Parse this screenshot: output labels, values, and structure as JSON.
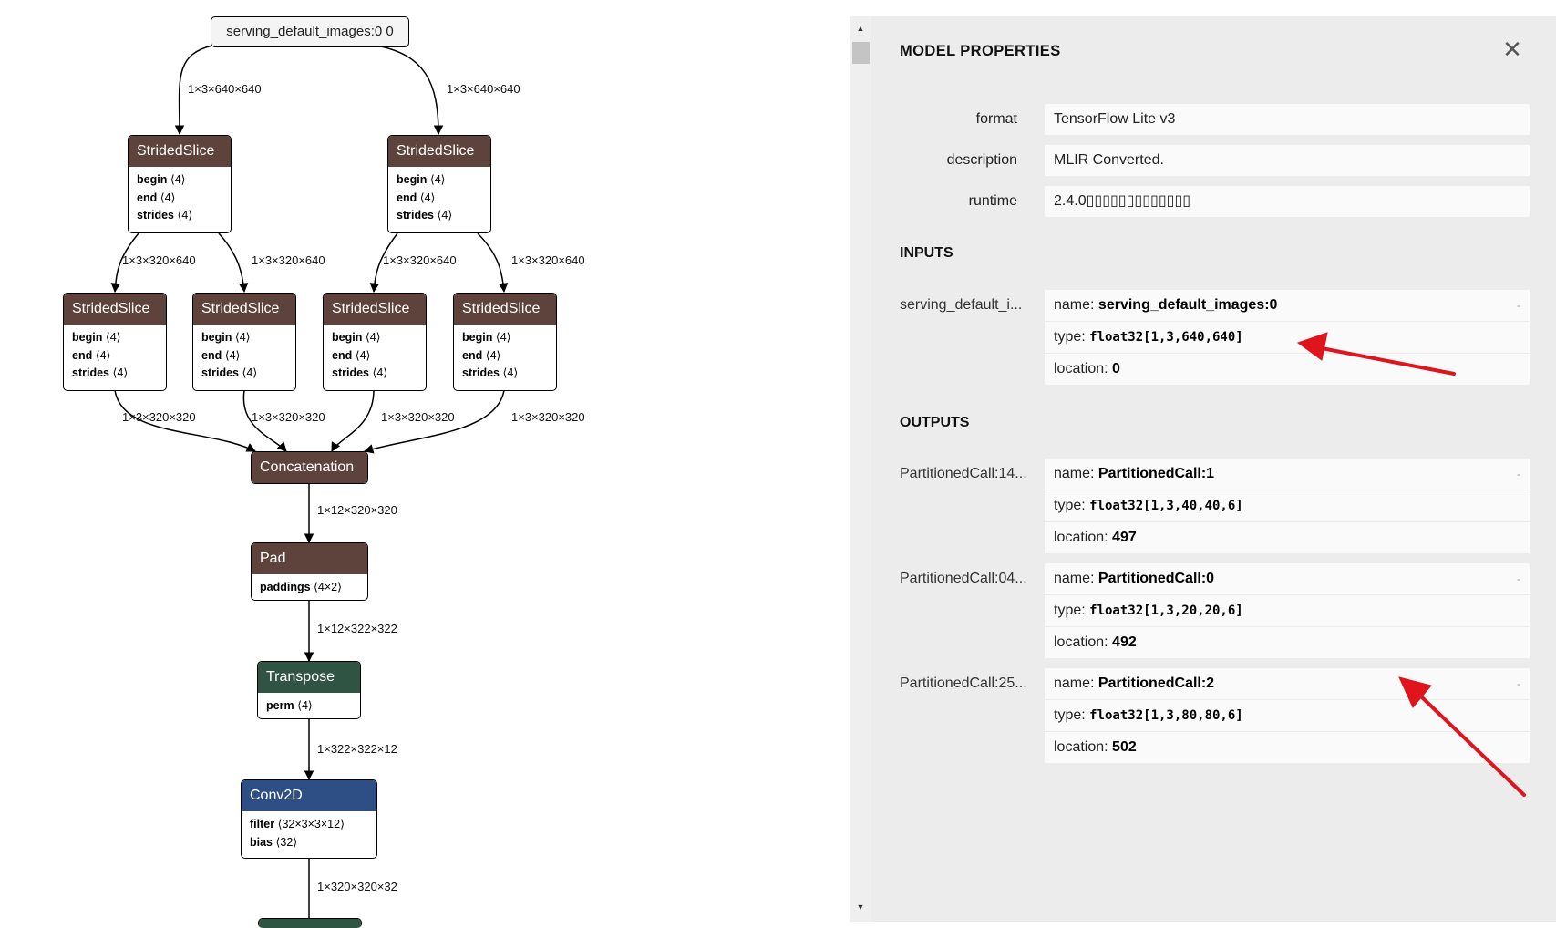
{
  "graph": {
    "input_node": "serving_default_images:0 0",
    "edges": {
      "in_left": "1×3×640×640",
      "in_right": "1×3×640×640",
      "l1a": "1×3×320×640",
      "l1b": "1×3×320×640",
      "l1c": "1×3×320×640",
      "l1d": "1×3×320×640",
      "l2a": "1×3×320×320",
      "l2b": "1×3×320×320",
      "l2c": "1×3×320×320",
      "l2d": "1×3×320×320",
      "concat_pad": "1×12×320×320",
      "pad_transpose": "1×12×322×322",
      "transpose_conv": "1×322×322×12",
      "conv_next": "1×320×320×32"
    },
    "strided_slice": {
      "title": "StridedSlice",
      "attr1_name": "begin",
      "attr1_value": "⟨4⟩",
      "attr2_name": "end",
      "attr2_value": "⟨4⟩",
      "attr3_name": "strides",
      "attr3_value": "⟨4⟩"
    },
    "concat": {
      "title": "Concatenation"
    },
    "pad": {
      "title": "Pad",
      "attr_name": "paddings",
      "attr_value": "⟨4×2⟩"
    },
    "transpose": {
      "title": "Transpose",
      "attr_name": "perm",
      "attr_value": "⟨4⟩"
    },
    "conv": {
      "title": "Conv2D",
      "attr1_name": "filter",
      "attr1_value": "⟨32×3×3×12⟩",
      "attr2_name": "bias",
      "attr2_value": "⟨32⟩"
    }
  },
  "sidebar": {
    "title": "MODEL PROPERTIES",
    "properties": [
      {
        "label": "format",
        "value": "TensorFlow Lite v3"
      },
      {
        "label": "description",
        "value": "MLIR Converted."
      },
      {
        "label": "runtime",
        "value": "2.4.0▯▯▯▯▯▯▯▯▯▯▯▯▯"
      }
    ],
    "inputs_title": "INPUTS",
    "outputs_title": "OUTPUTS",
    "name_label": "name:",
    "type_label": "type:",
    "location_label": "location:",
    "inputs": [
      {
        "arg": "serving_default_i...",
        "name": "serving_default_images:0",
        "type": "float32[1,3,640,640]",
        "location": "0"
      }
    ],
    "outputs": [
      {
        "arg": "PartitionedCall:14...",
        "name": "PartitionedCall:1",
        "type": "float32[1,3,40,40,6]",
        "location": "497"
      },
      {
        "arg": "PartitionedCall:04...",
        "name": "PartitionedCall:0",
        "type": "float32[1,3,20,20,6]",
        "location": "492"
      },
      {
        "arg": "PartitionedCall:25...",
        "name": "PartitionedCall:2",
        "type": "float32[1,3,80,80,6]",
        "location": "502"
      }
    ],
    "expander_glyph": "-"
  },
  "colors": {
    "node_brown": "#5d433b",
    "node_green": "#2f5443",
    "node_blue": "#2d4f86",
    "annotation_arrow": "#e0141c"
  }
}
